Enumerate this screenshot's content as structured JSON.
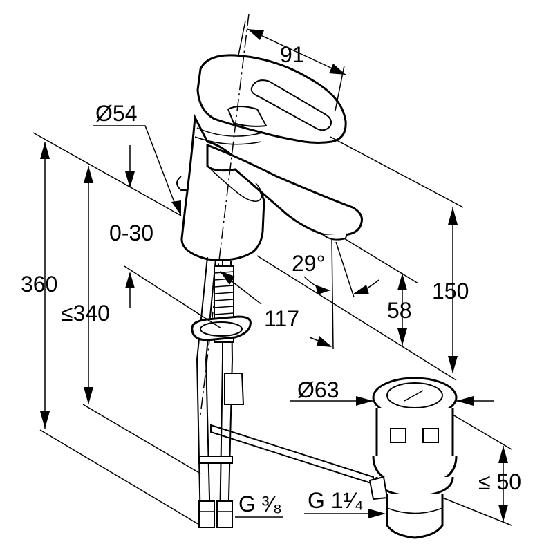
{
  "dimensions": {
    "spout_length": "91",
    "body_diameter": "Ø54",
    "lever_height_range": "0-30",
    "total_height": "360",
    "max_height": "≤340",
    "swivel_angle": "29°",
    "projection": "117",
    "spout_height": "150",
    "outlet_height": "58",
    "waste_diameter": "Ø63",
    "waste_height": "≤ 50",
    "connection_supply": "G ³⁄₈",
    "connection_waste": "G 1¹⁄₄"
  }
}
